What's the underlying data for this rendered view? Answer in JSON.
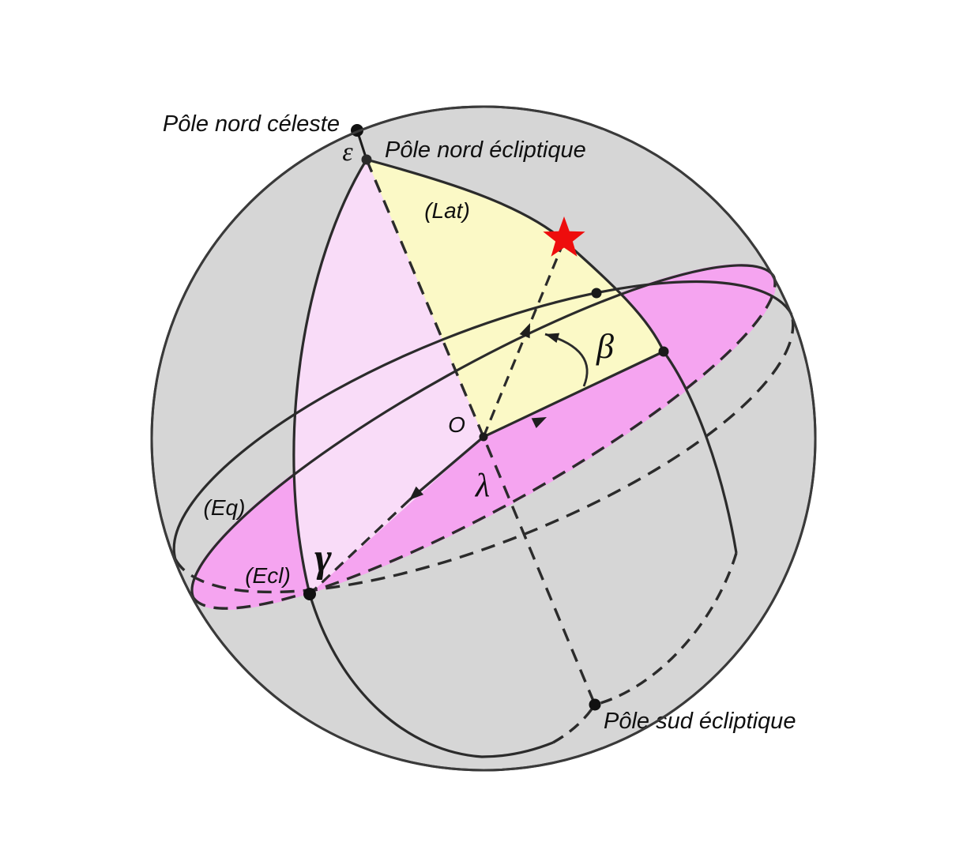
{
  "diagram": {
    "type": "celestial-sphere-ecliptic-coordinates",
    "description": "Celestial sphere showing the ecliptic coordinate system: ecliptic longitude λ and latitude β of a star, obliquity ε between celestial and ecliptic poles, vernal equinox γ, equatorial plane (Eq), ecliptic plane (Ecl) and latitude circle plane (Lat).",
    "labels": {
      "north_celestial_pole": "Pôle nord céleste",
      "north_ecliptic_pole": "Pôle nord écliptique",
      "south_ecliptic_pole": "Pôle sud écliptique",
      "latitude_plane": "(Lat)",
      "equator_plane": "(Eq)",
      "ecliptic_plane": "(Ecl)",
      "origin": "O",
      "longitude_angle": "λ",
      "latitude_angle": "β",
      "vernal_equinox": "γ",
      "obliquity_angle": "ε"
    },
    "colors": {
      "background": "#ffffff",
      "sphere_fill": "#d6d6d6",
      "sphere_stroke": "#3a3a3a",
      "ecliptic_disk_fill": "#f5a4f0",
      "meridian_plane_fill": "#f9dcf8",
      "latitude_plane_fill": "#fbf9c6",
      "line": "#2b2b2b",
      "star": "#ee0d0d",
      "text": "#101010"
    }
  }
}
